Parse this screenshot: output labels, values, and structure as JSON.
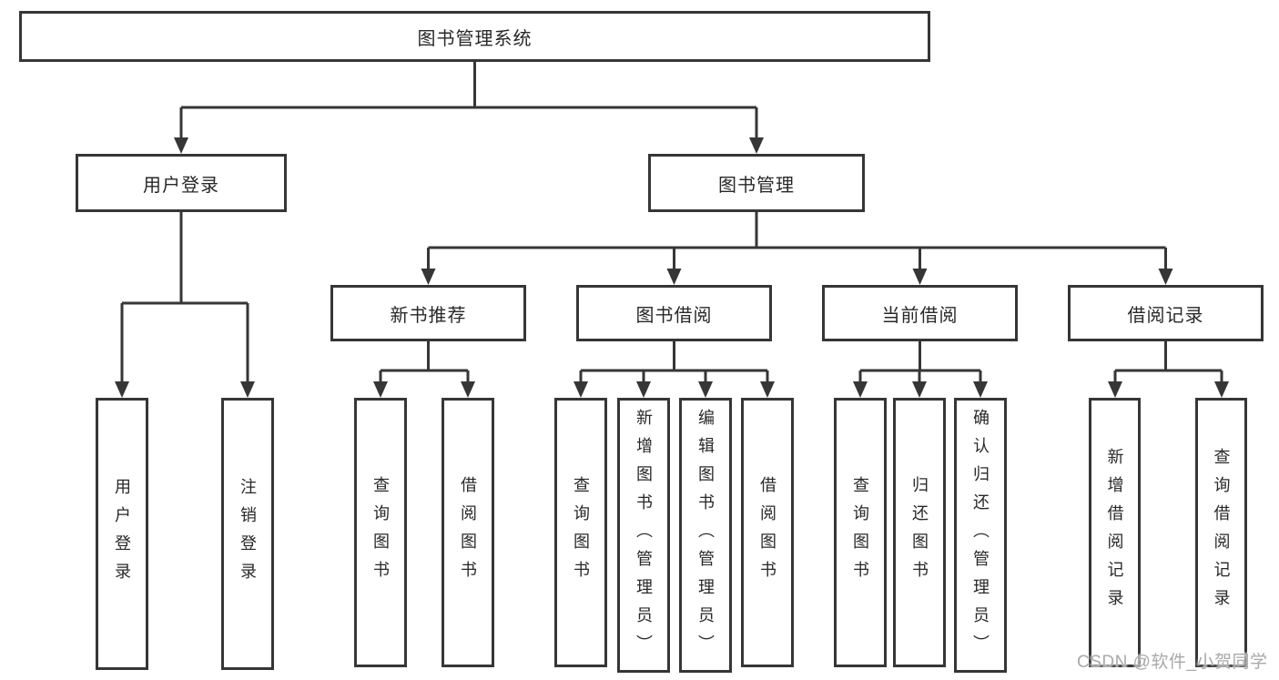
{
  "diagram": {
    "root": {
      "label": "图书管理系统"
    },
    "level2": {
      "user_login": {
        "label": "用户登录"
      },
      "book_mgmt": {
        "label": "图书管理"
      }
    },
    "level3": {
      "new_books": {
        "label": "新书推荐"
      },
      "book_borrow": {
        "label": "图书借阅"
      },
      "current_borrow": {
        "label": "当前借阅"
      },
      "borrow_records": {
        "label": "借阅记录"
      }
    },
    "leaves": {
      "user_login_children": [
        "用户登录",
        "注销登录"
      ],
      "new_books_children": [
        "查询图书",
        "借阅图书"
      ],
      "book_borrow_children": [
        "查询图书",
        "新增图书（管理员）",
        "编辑图书（管理员）",
        "借阅图书"
      ],
      "current_borrow_children": [
        "查询图书",
        "归还图书",
        "确认归还（管理员）"
      ],
      "borrow_records_children": [
        "新增借阅记录",
        "查询借阅记录"
      ]
    }
  },
  "watermark": {
    "text": "CSDN @软件_小贺同学"
  },
  "colors": {
    "line": "#363636",
    "box_border": "#363636",
    "text": "#282828",
    "watermark": "#a9a9a9",
    "background": "#ffffff"
  }
}
